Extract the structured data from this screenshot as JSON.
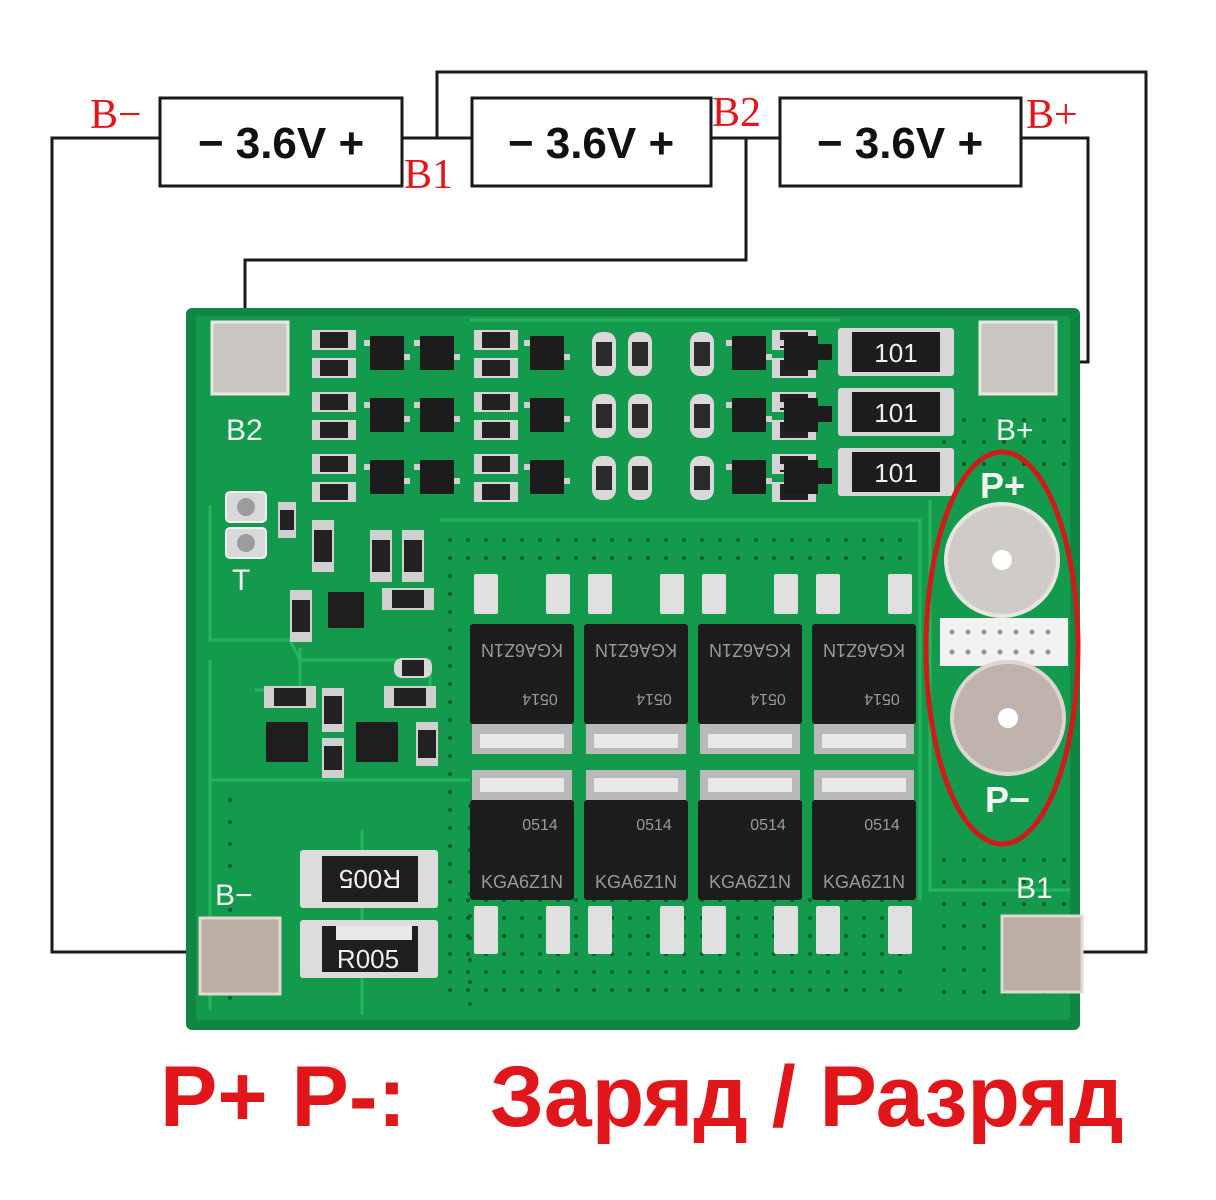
{
  "batteries": [
    {
      "label": "− 3.6V +"
    },
    {
      "label": "− 3.6V +"
    },
    {
      "label": "− 3.6V +"
    }
  ],
  "wire_labels": {
    "b_minus": "B−",
    "b1": "B1",
    "b2": "B2",
    "b_plus": "B+"
  },
  "board": {
    "pad_b2": "B2",
    "pad_b_plus": "B+",
    "pad_b_minus": "B−",
    "pad_b1": "B1",
    "p_plus": "P+",
    "p_minus": "P−",
    "thermistor": "T",
    "resistor_top": "101",
    "resistor_shunt": "R005",
    "mosfet_marking": "KGA6Z1N",
    "mosfet_code": "0514"
  },
  "caption": {
    "left": "P+ P-:",
    "right": "Заряд / Разряд"
  },
  "colors": {
    "pcb": "#13904a",
    "pcb_dark": "#0d7a3c",
    "label_red": "#e0161b",
    "pad": "#c9c6c2",
    "highlight_ellipse": "#d11a1a"
  }
}
